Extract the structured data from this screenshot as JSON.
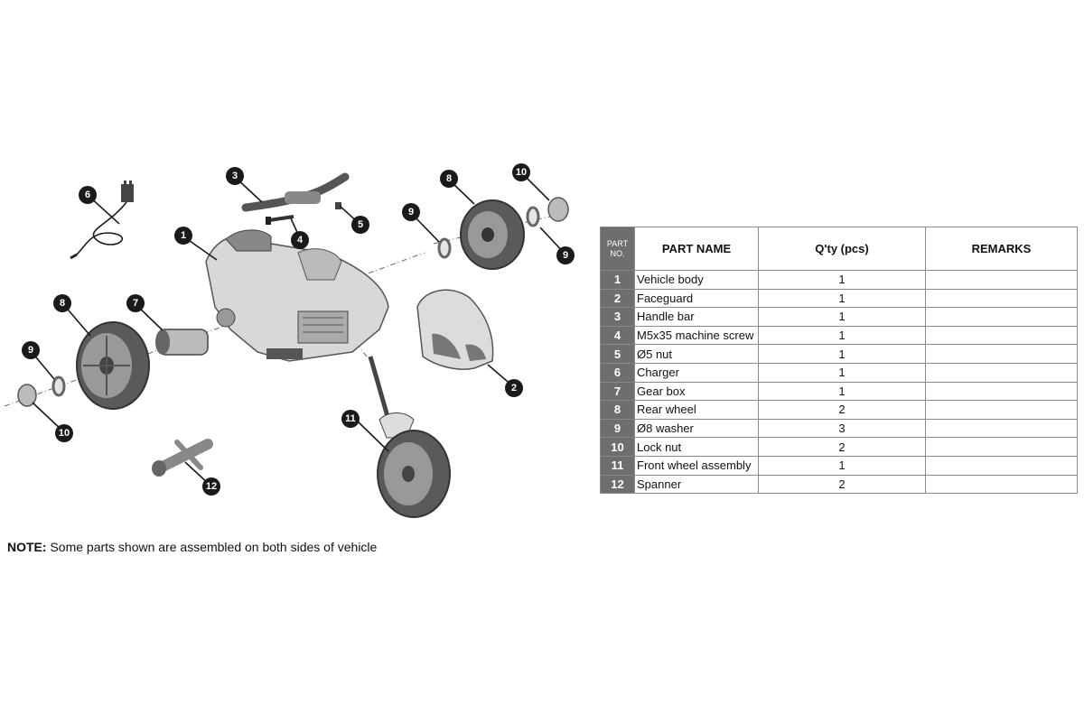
{
  "parts_table": {
    "headers": {
      "part_no": "PART NO.",
      "part_name": "PART NAME",
      "qty": "Q'ty (pcs)",
      "remarks": "REMARKS"
    },
    "rows": [
      {
        "no": "1",
        "name": "Vehicle body",
        "qty": "1",
        "remarks": ""
      },
      {
        "no": "2",
        "name": "Faceguard",
        "qty": "1",
        "remarks": ""
      },
      {
        "no": "3",
        "name": "Handle bar",
        "qty": "1",
        "remarks": ""
      },
      {
        "no": "4",
        "name": "M5x35 machine screw",
        "qty": "1",
        "remarks": ""
      },
      {
        "no": "5",
        "name": "Ø5 nut",
        "qty": "1",
        "remarks": ""
      },
      {
        "no": "6",
        "name": "Charger",
        "qty": "1",
        "remarks": ""
      },
      {
        "no": "7",
        "name": "Gear box",
        "qty": "1",
        "remarks": ""
      },
      {
        "no": "8",
        "name": "Rear wheel",
        "qty": "2",
        "remarks": ""
      },
      {
        "no": "9",
        "name": "Ø8 washer",
        "qty": "3",
        "remarks": ""
      },
      {
        "no": "10",
        "name": "Lock nut",
        "qty": "2",
        "remarks": ""
      },
      {
        "no": "11",
        "name": "Front wheel assembly",
        "qty": "1",
        "remarks": ""
      },
      {
        "no": "12",
        "name": "Spanner",
        "qty": "2",
        "remarks": ""
      }
    ]
  },
  "note": {
    "label": "NOTE:",
    "text": " Some parts shown are assembled on both sides of vehicle"
  },
  "diagram": {
    "callouts": {
      "c1": "1",
      "c2": "2",
      "c3": "3",
      "c4": "4",
      "c5": "5",
      "c6": "6",
      "c7": "7",
      "c8a": "8",
      "c8b": "8",
      "c9a": "9",
      "c9b": "9",
      "c9c": "9",
      "c10a": "10",
      "c10b": "10",
      "c11": "11",
      "c12": "12"
    }
  }
}
